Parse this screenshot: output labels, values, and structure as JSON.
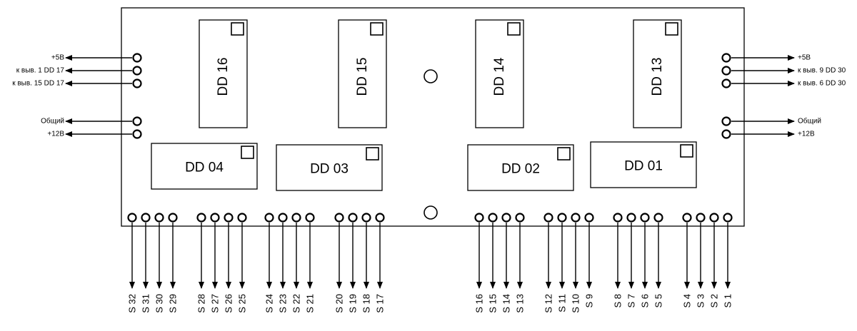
{
  "chips": [
    {
      "id": "dd16",
      "label": "DD 16",
      "orientation": "vertical"
    },
    {
      "id": "dd15",
      "label": "DD 15",
      "orientation": "vertical"
    },
    {
      "id": "dd14",
      "label": "DD 14",
      "orientation": "vertical"
    },
    {
      "id": "dd13",
      "label": "DD 13",
      "orientation": "vertical"
    },
    {
      "id": "dd04",
      "label": "DD 04",
      "orientation": "horizontal"
    },
    {
      "id": "dd03",
      "label": "DD 03",
      "orientation": "horizontal"
    },
    {
      "id": "dd02",
      "label": "DD 02",
      "orientation": "horizontal"
    },
    {
      "id": "dd01",
      "label": "DD 01",
      "orientation": "horizontal"
    }
  ],
  "left_connections": [
    "+5В",
    "к выв. 1 DD 17",
    "к выв. 15 DD 17",
    "Общий",
    "+12В"
  ],
  "right_connections": [
    "+5В",
    "к выв. 9 DD 30",
    "к выв. 6 DD 30",
    "Общий",
    "+12В"
  ],
  "bottom_signals": [
    [
      "S 32",
      "S 31",
      "S 30",
      "S 29"
    ],
    [
      "S 28",
      "S 27",
      "S 26",
      "S 25"
    ],
    [
      "S 24",
      "S 23",
      "S 22",
      "S 21"
    ],
    [
      "S 20",
      "S 19",
      "S 18",
      "S 17"
    ],
    [
      "S 16",
      "S 15",
      "S 14",
      "S 13"
    ],
    [
      "S 12",
      "S 11",
      "S 10",
      "S 9"
    ],
    [
      "S 8",
      "S 7",
      "S 6",
      "S 5"
    ],
    [
      "S 4",
      "S 3",
      "S 2",
      "S 1"
    ]
  ],
  "colors": {
    "line": "#000000",
    "background": "#ffffff"
  }
}
